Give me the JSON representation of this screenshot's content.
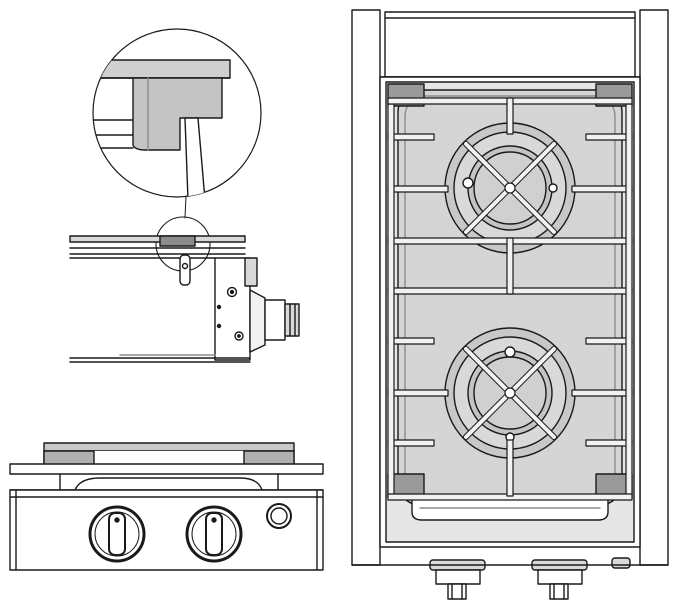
{
  "figure": {
    "views": [
      "detail-zoom",
      "side-view",
      "front-view",
      "top-view"
    ],
    "knob_count": 2,
    "burner_count": 2,
    "colors": {
      "line": "#1a1a1a",
      "metal_light": "#d9d9d9",
      "metal_mid": "#bdbdbd",
      "metal_dark": "#8c8c8c",
      "paper": "#ffffff"
    }
  }
}
